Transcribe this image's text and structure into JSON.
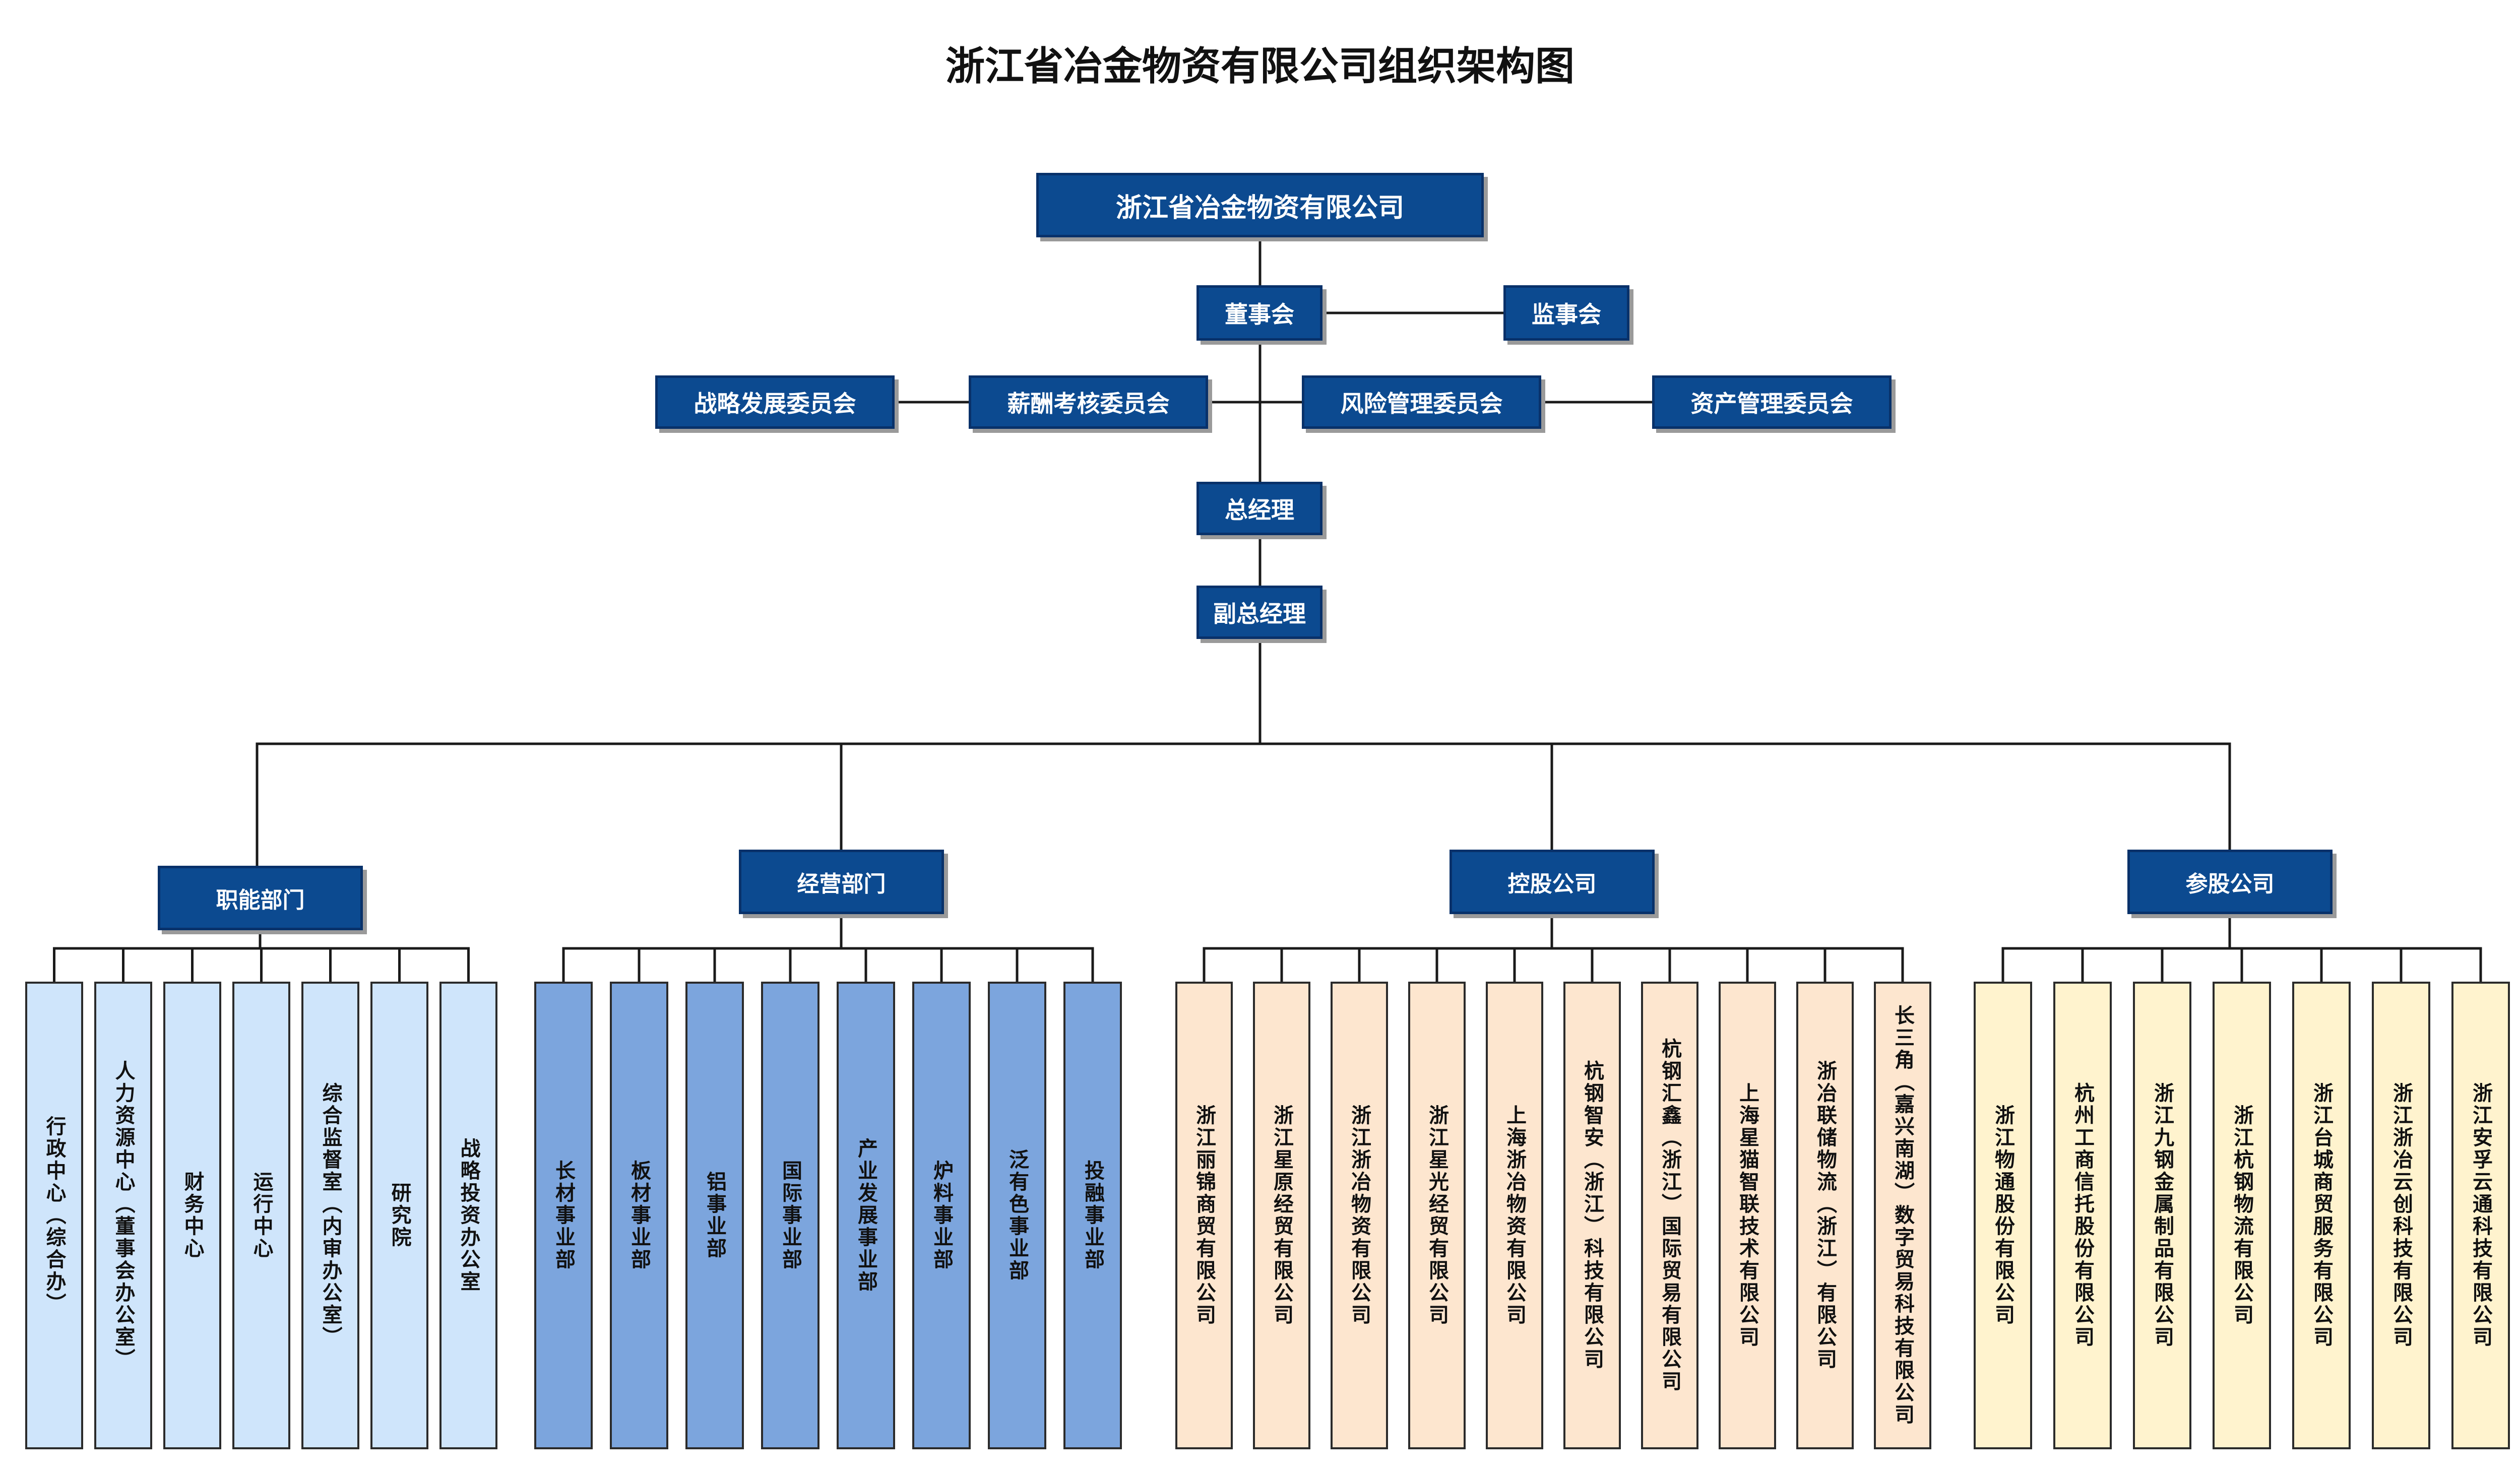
{
  "title": "浙江省冶金物资有限公司组织架构图",
  "company": "浙江省冶金物资有限公司",
  "board": "董事会",
  "supervisory": "监事会",
  "committees": [
    "战略发展委员会",
    "薪酬考核委员会",
    "风险管理委员会",
    "资产管理委员会"
  ],
  "gm": "总经理",
  "deputy_gm": "副总经理",
  "categories": [
    {
      "label": "职能部门",
      "units": [
        "行政中心（综合办）",
        "人力资源中心（董事会办公室）",
        "财务中心",
        "运行中心",
        "综合监督室（内审办公室）",
        "研究院",
        "战略投资办公室"
      ]
    },
    {
      "label": "经营部门",
      "units": [
        "长材事业部",
        "板材事业部",
        "铝事业部",
        "国际事业部",
        "产业发展事业部",
        "炉料事业部",
        "泛有色事业部",
        "投融事业部"
      ]
    },
    {
      "label": "控股公司",
      "units": [
        "浙江丽锦商贸有限公司",
        "浙江星原经贸有限公司",
        "浙江浙冶物资有限公司",
        "浙江星光经贸有限公司",
        "上海浙冶物资有限公司",
        "杭钢智安（浙江）科技有限公司",
        "杭钢汇鑫（浙江）国际贸易有限公司",
        "上海星猫智联技术有限公司",
        "浙冶联储物流（浙江）有限公司",
        "长三角（嘉兴南湖）数字贸易科技有限公司"
      ]
    },
    {
      "label": "参股公司",
      "units": [
        "浙江物通股份有限公司",
        "杭州工商信托股份有限公司",
        "浙江九钢金属制品有限公司",
        "浙江杭钢物流有限公司",
        "浙江台城商贸服务有限公司",
        "浙江浙冶云创科技有限公司",
        "浙江安孚云通科技有限公司"
      ]
    }
  ],
  "colors": {
    "navy": "#0c4a90",
    "functional": "#cfe5fb",
    "operating": "#7ca5dd",
    "holding": "#fde6cf",
    "affiliate": "#fff3ce"
  }
}
